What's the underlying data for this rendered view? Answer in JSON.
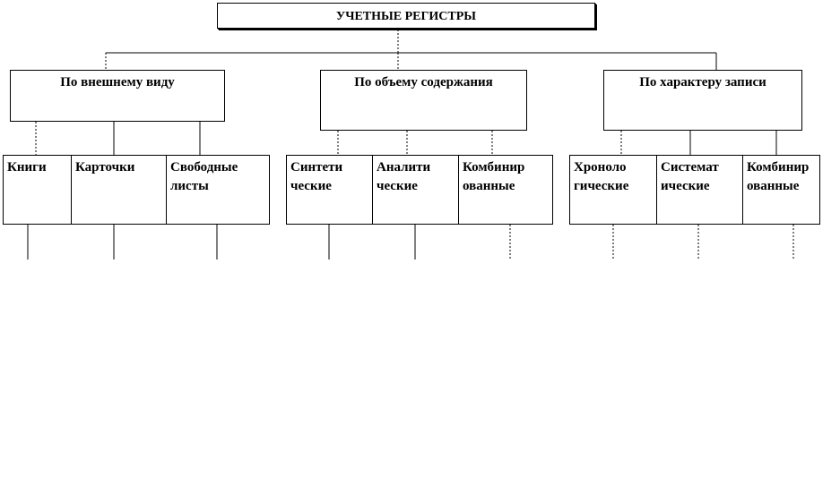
{
  "diagram": {
    "root": {
      "label": "УЧЕТНЫЕ РЕГИСТРЫ"
    },
    "categories": [
      {
        "label": "По внешнему виду",
        "items": [
          {
            "label": "Книги"
          },
          {
            "label": "Карточки"
          },
          {
            "label": "Свободные\nлисты"
          }
        ]
      },
      {
        "label": "По объему содержания",
        "items": [
          {
            "label": "Синтети\nческие"
          },
          {
            "label": "Аналити\nческие"
          },
          {
            "label": "Комбинир\nованные"
          }
        ]
      },
      {
        "label": "По характеру записи",
        "items": [
          {
            "label": "Хроноло\nгические"
          },
          {
            "label": "Системат\nические"
          },
          {
            "label": "Комбинир\nованные"
          }
        ]
      }
    ],
    "colors": {
      "line": "#000000",
      "box_border": "#000000",
      "background": "#ffffff"
    }
  }
}
